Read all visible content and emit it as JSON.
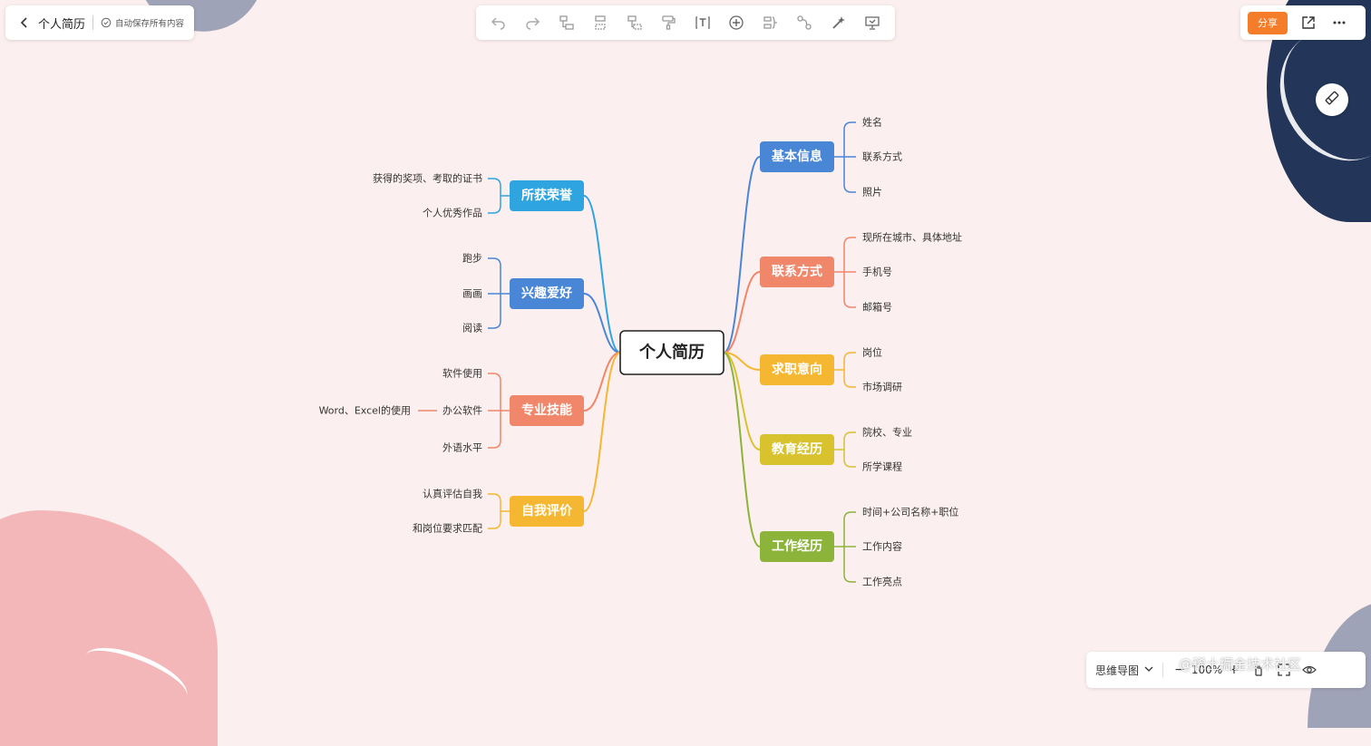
{
  "header": {
    "title": "个人简历",
    "save_status": "自动保存所有内容"
  },
  "topright": {
    "share_label": "分享"
  },
  "toolbar": {
    "icons": [
      "undo-icon",
      "redo-icon",
      "child-topic-icon",
      "sibling-topic-icon",
      "parent-topic-icon",
      "format-painter-icon",
      "text-icon",
      "insert-icon",
      "summary-icon",
      "relation-icon",
      "style-icon",
      "frame-icon"
    ]
  },
  "bottom": {
    "mode_label": "思维导图",
    "zoom_minus": "−",
    "zoom": "100%",
    "zoom_plus": "+"
  },
  "watermark": "@稀土掘金技术社区",
  "mindmap": {
    "root": "个人简历",
    "right": [
      {
        "label": "基本信息",
        "color": "#4a86d6",
        "children": [
          "姓名",
          "联系方式",
          "照片"
        ]
      },
      {
        "label": "联系方式",
        "color": "#f0866a",
        "children": [
          "现所在城市、具体地址",
          "手机号",
          "邮箱号"
        ]
      },
      {
        "label": "求职意向",
        "color": "#f5b731",
        "children": [
          "岗位",
          "市场调研"
        ]
      },
      {
        "label": "教育经历",
        "color": "#d8c22d",
        "children": [
          "院校、专业",
          "所学课程"
        ]
      },
      {
        "label": "工作经历",
        "color": "#8cb43a",
        "children": [
          "时间+公司名称+职位",
          "工作内容",
          "工作亮点"
        ]
      }
    ],
    "left": [
      {
        "label": "所获荣誉",
        "color": "#2ea4e0",
        "children": [
          "获得的奖项、考取的证书",
          "个人优秀作品"
        ]
      },
      {
        "label": "兴趣爱好",
        "color": "#4a86d6",
        "children": [
          "跑步",
          "画画",
          "阅读"
        ]
      },
      {
        "label": "专业技能",
        "color": "#f0866a",
        "children": [
          "软件使用",
          "办公软件",
          "外语水平"
        ],
        "grandchild": {
          "parent": 1,
          "label": "Word、Excel的使用"
        }
      },
      {
        "label": "自我评价",
        "color": "#f5b731",
        "children": [
          "认真评估自我",
          "和岗位要求匹配"
        ]
      }
    ]
  }
}
